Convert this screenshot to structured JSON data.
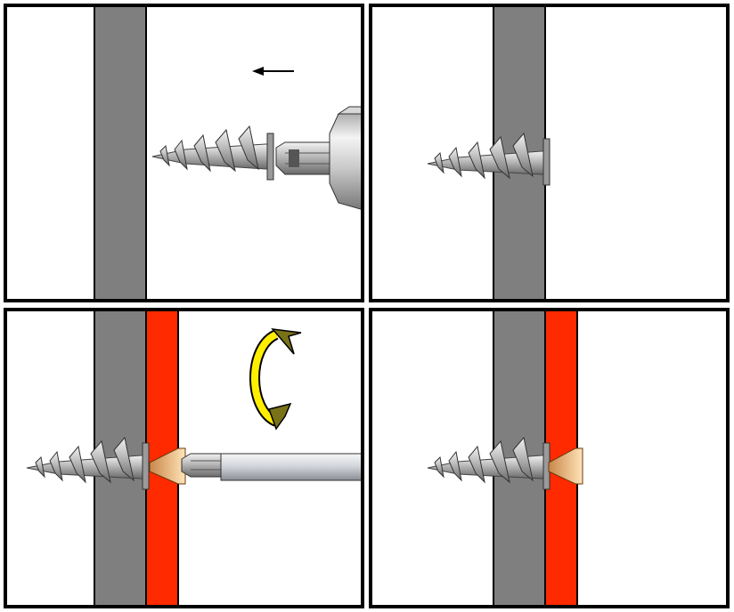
{
  "figure": {
    "type": "installation-sequence-diagram",
    "panel_count": 4,
    "steps": [
      {
        "step": 1,
        "elements": [
          "drywall-layer",
          "screw-anchor",
          "drill-driver",
          "direction-arrow"
        ]
      },
      {
        "step": 2,
        "elements": [
          "drywall-layer",
          "screw-anchor"
        ]
      },
      {
        "step": 3,
        "elements": [
          "drywall-layer",
          "fixture-layer",
          "screw-anchor",
          "screw-head",
          "screwdriver",
          "rotation-arrow-icon"
        ]
      },
      {
        "step": 4,
        "elements": [
          "drywall-layer",
          "fixture-layer",
          "screw-anchor",
          "screw-head"
        ]
      }
    ],
    "colors": {
      "wall": "#7f7f7f",
      "fixture": "#ff2a00",
      "metal_light": "#dcdcdc",
      "metal_mid": "#a8a8a8",
      "metal_dark": "#6e6e6e",
      "screw_head": "#e8b070",
      "rotation_arrow_yellow": "#ffee00",
      "rotation_arrow_olive": "#7a7218",
      "border": "#000000"
    }
  }
}
